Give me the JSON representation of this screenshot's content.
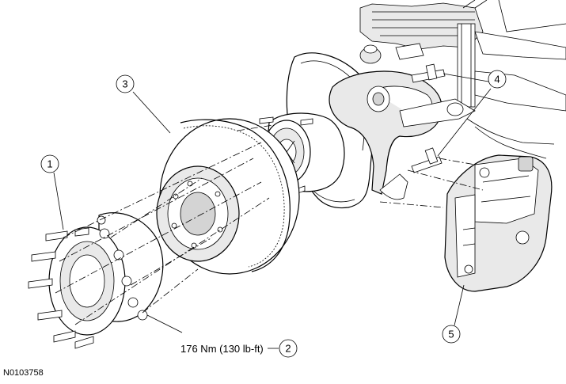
{
  "figure_id": "N0103758",
  "torque_spec": "176 Nm (130 lb-ft)",
  "callouts": [
    {
      "id": "callout-1",
      "label": "1"
    },
    {
      "id": "callout-2",
      "label": "2"
    },
    {
      "id": "callout-3",
      "label": "3"
    },
    {
      "id": "callout-4",
      "label": "4"
    },
    {
      "id": "callout-5",
      "label": "5"
    }
  ],
  "colors": {
    "line": "#000000",
    "background": "#ffffff"
  }
}
